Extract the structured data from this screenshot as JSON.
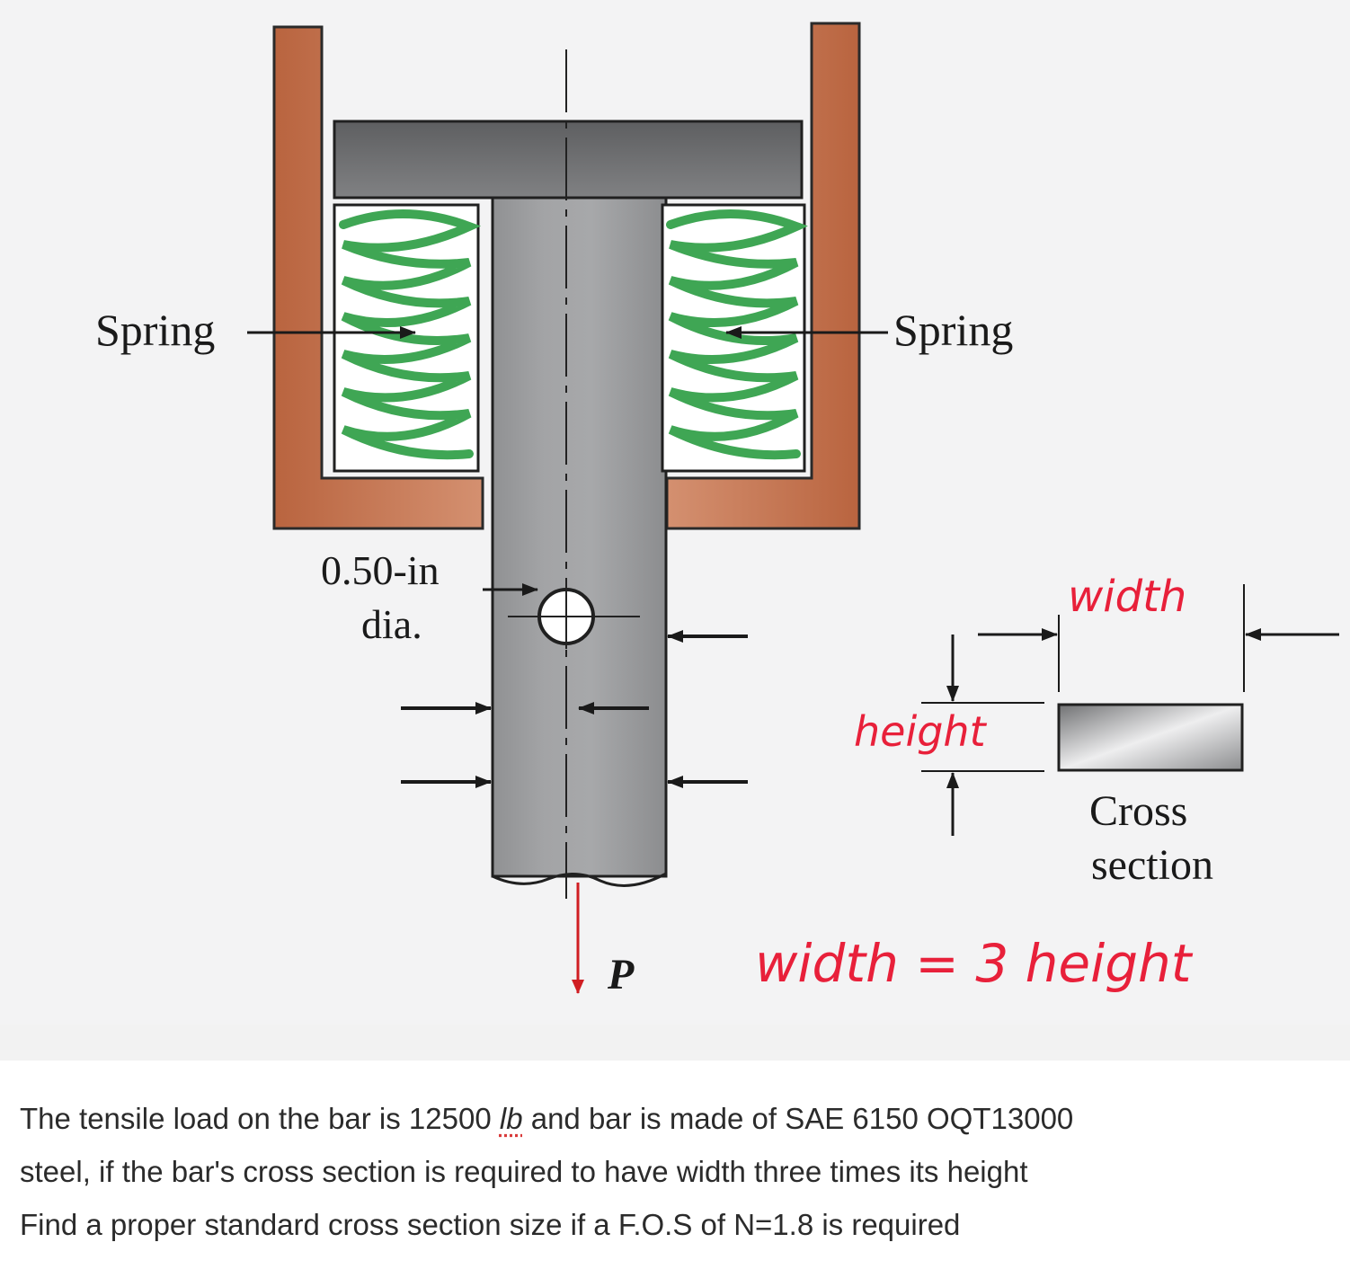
{
  "diagram": {
    "labels": {
      "spring_left": "Spring",
      "spring_right": "Spring",
      "hole_dia_line1": "0.50-in",
      "hole_dia_line2": "dia.",
      "cross_section_line1": "Cross",
      "cross_section_line2": "section",
      "load": "P"
    },
    "annotations": {
      "width": "width",
      "height": "height",
      "relation": "width = 3 height"
    },
    "colors": {
      "housing": "#c4704f",
      "spring": "#3fa654",
      "bar": "#6f7072",
      "load_arrow": "#d01d22",
      "handwriting": "#e8203a"
    }
  },
  "question": {
    "line1_before": "The tensile load on the bar is 12500 ",
    "unit": "lb",
    "line1_after": " and bar is made of SAE 6150 OQT13000",
    "line2": "steel, if the bar's cross section is required to have width three times its height",
    "line3": "Find a proper standard cross section size if a F.O.S of N=1.8 is required"
  }
}
